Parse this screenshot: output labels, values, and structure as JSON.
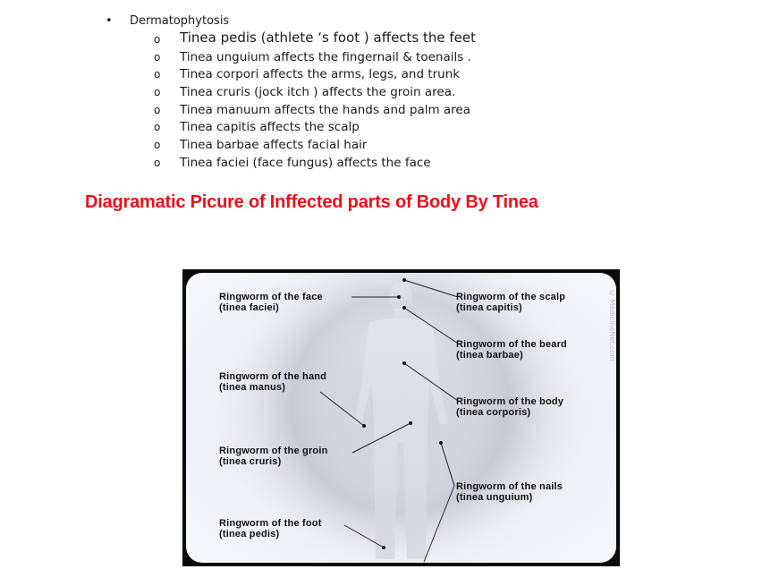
{
  "list": {
    "main_bullet": "Dermatophytosis",
    "bullet_symbol": "•",
    "sub_symbol": "o",
    "items": [
      "Tinea pedis (athlete ‘s foot ) affects the feet",
      "Tinea unguium affects the fingernail &  toenails .",
      "Tinea corpori affects the arms, legs, and trunk",
      "Tinea cruris (jock itch ) affects the groin area.",
      "Tinea manuum affects the hands and palm area",
      "Tinea capitis affects the scalp",
      "Tinea barbae affects facial hair",
      "Tinea faciei (face fungus) affects the face"
    ]
  },
  "heading": "Diagramatic Picure of Inffected parts of Body By Tinea",
  "figure": {
    "watermark": "© MedicineNet.com",
    "labels": {
      "face": [
        "Ringworm of the face",
        "(tinea faciei)"
      ],
      "hand": [
        "Ringworm of the hand",
        "(tinea manus)"
      ],
      "groin": [
        "Ringworm of the groin",
        "(tinea cruris)"
      ],
      "foot": [
        "Ringworm of the foot",
        "(tinea pedis)"
      ],
      "scalp": [
        "Ringworm of the scalp",
        "(tinea capitis)"
      ],
      "beard": [
        "Ringworm of the beard",
        "(tinea barbae)"
      ],
      "body": [
        "Ringworm of the body",
        "(tinea corporis)"
      ],
      "nails": [
        "Ringworm of the nails",
        "(tinea unguium)"
      ]
    }
  }
}
